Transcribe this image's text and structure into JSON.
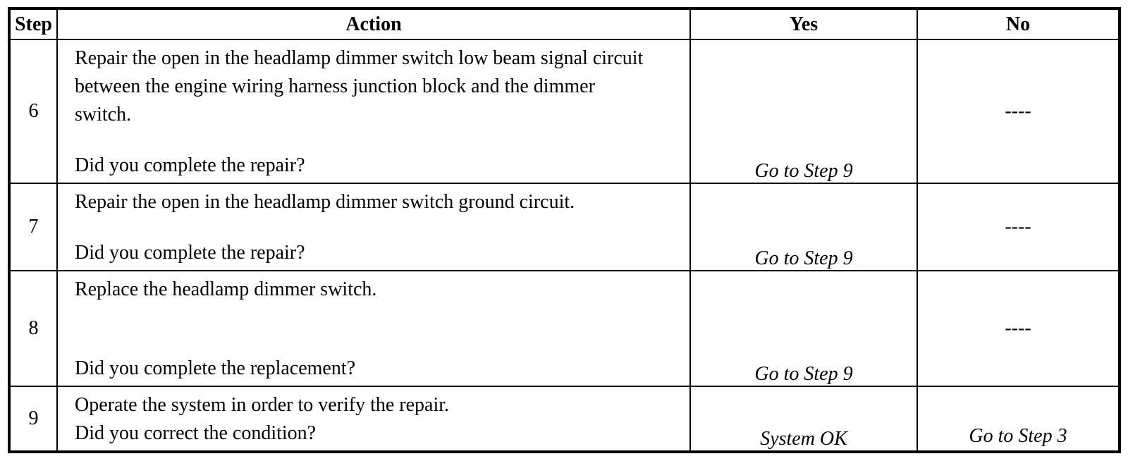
{
  "header": {
    "step": "Step",
    "action": "Action",
    "yes": "Yes",
    "no": "No"
  },
  "rows": [
    {
      "step": "6",
      "action": "Repair the open in the headlamp dimmer switch low beam signal circuit between the engine wiring harness junction block and the dimmer switch.",
      "question": "Did you complete the repair?",
      "yes": "Go to Step 9",
      "no": "----"
    },
    {
      "step": "7",
      "action": "Repair the open in the headlamp dimmer switch ground circuit.",
      "question": "Did you complete the repair?",
      "yes": "Go to Step 9",
      "no": "----"
    },
    {
      "step": "8",
      "action": "Replace the headlamp dimmer switch.",
      "question": "Did you complete the replacement?",
      "yes": "Go to Step 9",
      "no": "----"
    },
    {
      "step": "9",
      "action": "Operate the system in order to verify the repair.",
      "question": "Did you correct the condition?",
      "yes": "System OK",
      "no": "Go to Step 3"
    }
  ]
}
